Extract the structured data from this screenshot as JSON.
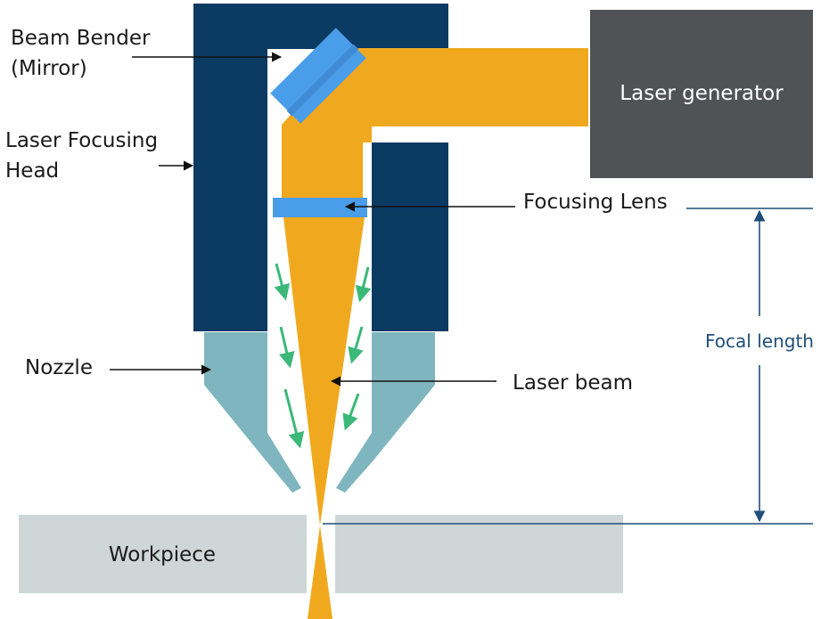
{
  "labels": {
    "beam_bender_line1": "Beam Bender",
    "beam_bender_line2": "(Mirror)",
    "focusing_head_line1": "Laser Focusing",
    "focusing_head_line2": "Head",
    "laser_generator": "Laser generator",
    "focusing_lens": "Focusing Lens",
    "focal_length": "Focal length",
    "nozzle": "Nozzle",
    "laser_beam": "Laser beam",
    "workpiece": "Workpiece"
  },
  "colors": {
    "head": "#0b3a63",
    "laser": "#f0a91e",
    "mirror": "#4a9de8",
    "lens": "#4a9de8",
    "nozzle": "#7fb5be",
    "generator": "#505356",
    "workpiece": "#cfd6d7",
    "gas_arrows": "#3cb878",
    "dimension": "#1f4e79",
    "pointer": "#111111"
  }
}
